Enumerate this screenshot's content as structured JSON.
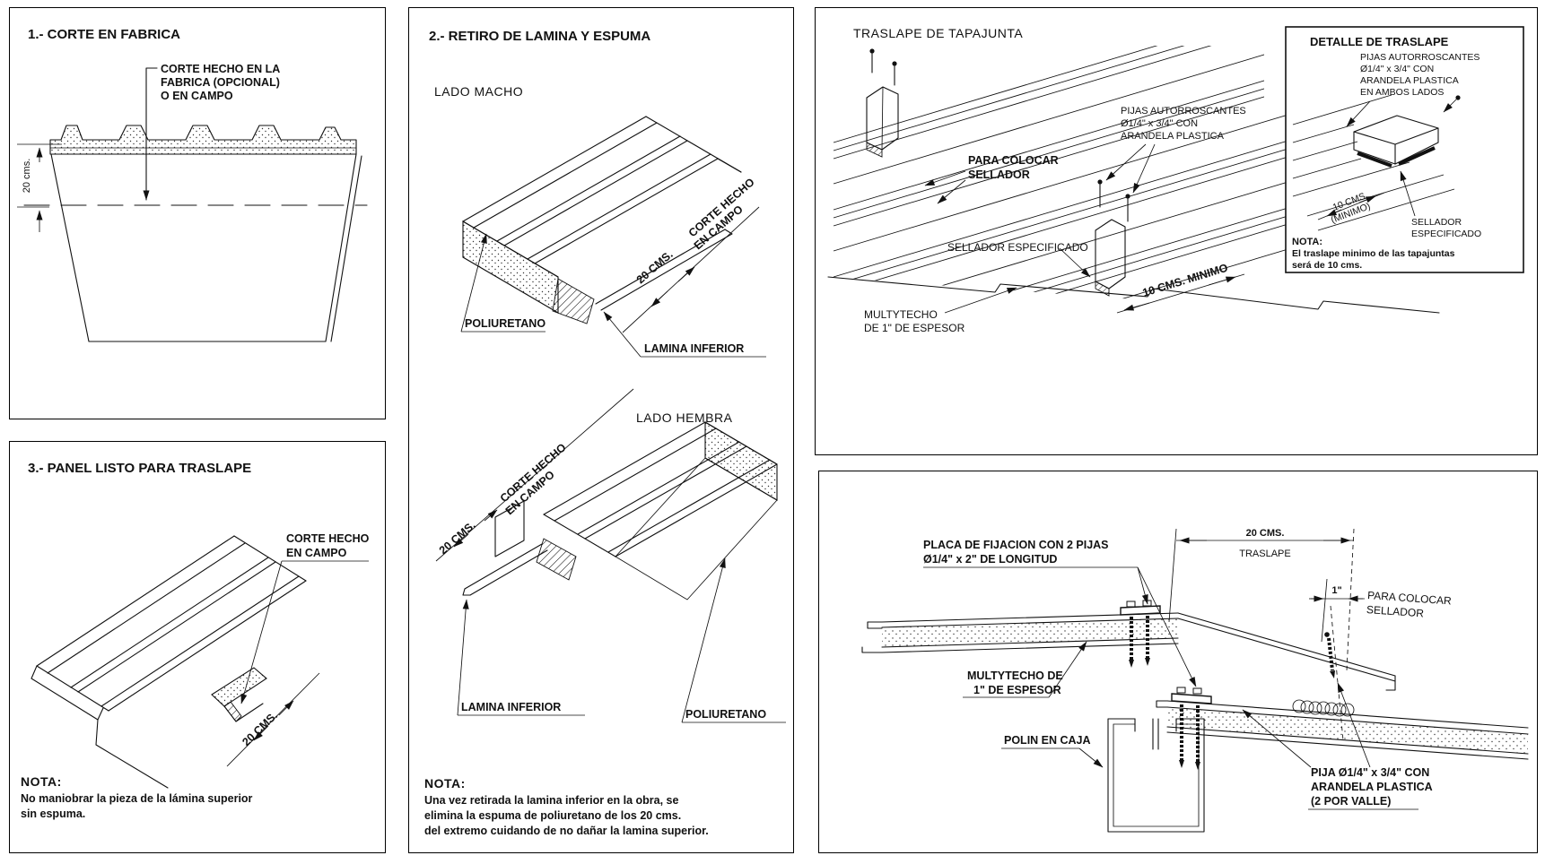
{
  "colors": {
    "line": "#111111",
    "background": "#ffffff"
  },
  "p1": {
    "title": "1.- CORTE EN FABRICA",
    "callout": [
      "CORTE HECHO EN LA",
      "FABRICA (OPCIONAL)",
      "O EN CAMPO"
    ],
    "dim": "20 cms."
  },
  "p2": {
    "title": "2.- RETIRO DE LAMINA Y ESPUMA",
    "lado_macho": "LADO MACHO",
    "lado_hembra": "LADO HEMBRA",
    "poliuretano": "POLIURETANO",
    "lamina_inferior": "LAMINA INFERIOR",
    "dim20": "20 CMS.",
    "corte": [
      "CORTE HECHO",
      "EN CAMPO"
    ],
    "nota_title": "NOTA:",
    "nota": [
      "Una vez retirada la lamina inferior en la obra, se",
      "elimina la espuma de poliuretano de los 20 cms.",
      "del extremo cuidando de no dañar la lamina superior."
    ]
  },
  "p3": {
    "title": "3.- PANEL LISTO PARA TRASLAPE",
    "corte": [
      "CORTE HECHO",
      "EN CAMPO"
    ],
    "dim20": "20 CMS.",
    "nota_title": "NOTA:",
    "nota": [
      "No maniobrar la pieza de la lámina superior",
      "sin espuma."
    ]
  },
  "p4": {
    "title": "TRASLAPE DE TAPAJUNTA",
    "para_colocar": [
      "PARA COLOCAR",
      "SELLADOR"
    ],
    "pijas": [
      "PIJAS AUTORROSCANTES",
      "Ø1/4\" x 3/4\" CON",
      "ARANDELA PLASTICA"
    ],
    "sellador": "SELLADOR ESPECIFICADO",
    "dim10": "10 CMS. MINIMO",
    "multytecho": [
      "MULTYTECHO",
      "DE 1\" DE ESPESOR"
    ],
    "inset": {
      "title": "DETALLE DE TRASLAPE",
      "pijas": [
        "PIJAS AUTORROSCANTES",
        "Ø1/4\" x 3/4\" CON",
        "ARANDELA PLASTICA",
        "EN AMBOS LADOS"
      ],
      "dim10": [
        "10 CMS.",
        "(MINIMO)"
      ],
      "sellador": [
        "SELLADOR",
        "ESPECIFICADO"
      ],
      "nota_title": "NOTA:",
      "nota": [
        "El traslape minimo de las tapajuntas",
        "será de 10 cms."
      ]
    }
  },
  "p5": {
    "placa": [
      "PLACA DE FIJACION CON 2 PIJAS",
      "Ø1/4\" x 2\" DE LONGITUD"
    ],
    "dim20": "20 CMS.",
    "traslape": "TRASLAPE",
    "dim1": "1\"",
    "para_colocar": [
      "PARA COLOCAR",
      "SELLADOR"
    ],
    "multytecho": [
      "MULTYTECHO DE",
      "1\" DE ESPESOR"
    ],
    "polin": "POLIN EN CAJA",
    "pija": [
      "PIJA Ø1/4\" x 3/4\" CON",
      "ARANDELA PLASTICA",
      "(2 POR VALLE)"
    ]
  }
}
